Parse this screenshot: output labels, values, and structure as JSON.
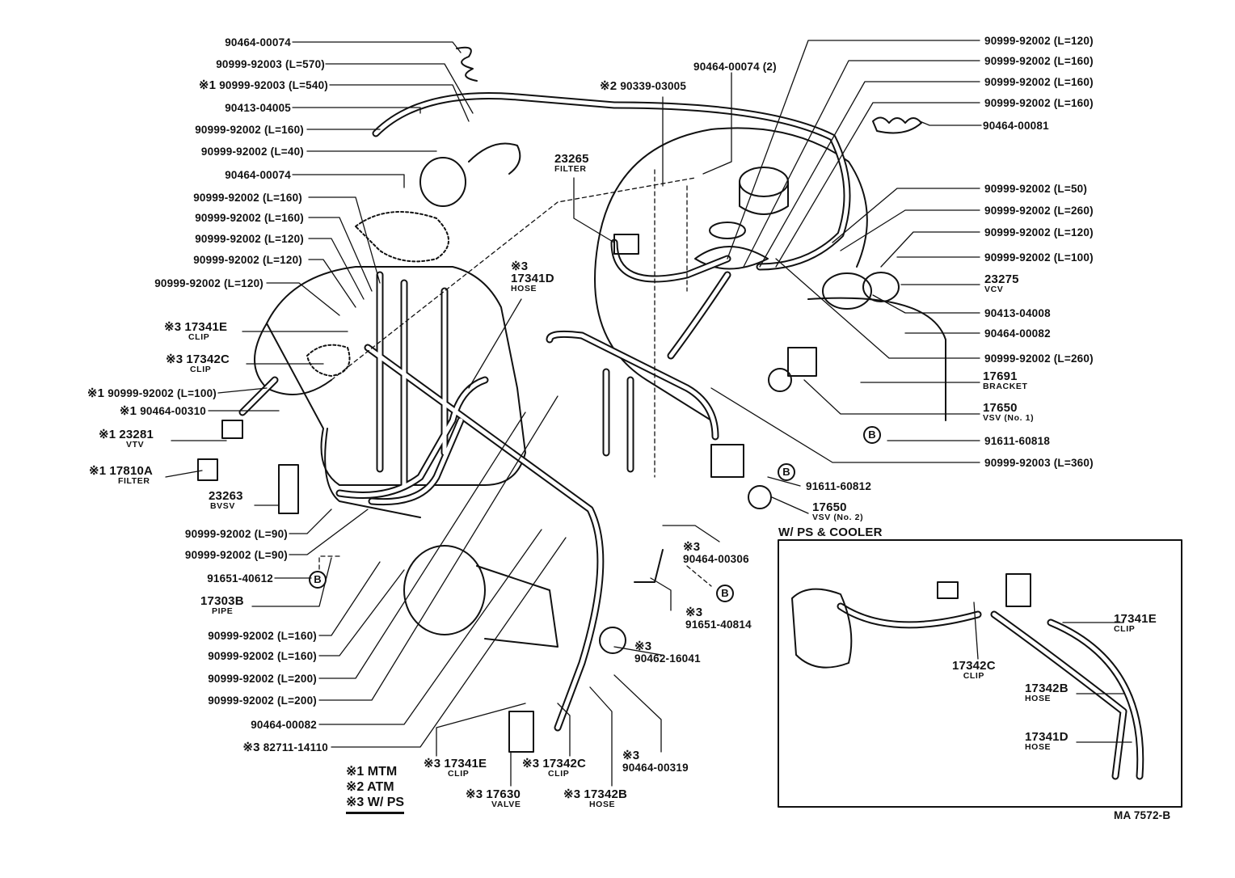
{
  "left": [
    {
      "mark": "",
      "part": "90464-00074"
    },
    {
      "mark": "",
      "part": "90999-92003 (L=570)"
    },
    {
      "mark": "※1",
      "part": "90999-92003 (L=540)"
    },
    {
      "mark": "",
      "part": "90413-04005"
    },
    {
      "mark": "",
      "part": "90999-92002 (L=160)"
    },
    {
      "mark": "",
      "part": "90999-92002 (L=40)"
    },
    {
      "mark": "",
      "part": "90464-00074"
    },
    {
      "mark": "",
      "part": "90999-92002 (L=160)"
    },
    {
      "mark": "",
      "part": "90999-92002 (L=160)"
    },
    {
      "mark": "",
      "part": "90999-92002 (L=120)"
    },
    {
      "mark": "",
      "part": "90999-92002 (L=120)"
    },
    {
      "mark": "",
      "part": "90999-92002 (L=120)"
    },
    {
      "mark": "※3",
      "part": "17341E",
      "desc": "CLIP"
    },
    {
      "mark": "※3",
      "part": "17342C",
      "desc": "CLIP"
    },
    {
      "mark": "※1",
      "part": "90999-92002 (L=100)"
    },
    {
      "mark": "※1",
      "part": "90464-00310"
    },
    {
      "mark": "※1",
      "part": "23281",
      "desc": "VTV"
    },
    {
      "mark": "※1",
      "part": "17810A",
      "desc": "FILTER"
    },
    {
      "mark": "",
      "part": "23263",
      "desc": "BVSV"
    },
    {
      "mark": "",
      "part": "90999-92002 (L=90)"
    },
    {
      "mark": "",
      "part": "90999-92002 (L=90)"
    },
    {
      "mark": "",
      "part": "91651-40612"
    },
    {
      "mark": "",
      "part": "17303B",
      "desc": "PIPE"
    },
    {
      "mark": "",
      "part": "90999-92002 (L=160)"
    },
    {
      "mark": "",
      "part": "90999-92002 (L=160)"
    },
    {
      "mark": "",
      "part": "90999-92002 (L=200)"
    },
    {
      "mark": "",
      "part": "90999-92002 (L=200)"
    },
    {
      "mark": "",
      "part": "90464-00082"
    },
    {
      "mark": "※3",
      "part": "82711-14110"
    }
  ],
  "right": [
    {
      "part": "90999-92002 (L=120)"
    },
    {
      "part": "90999-92002 (L=160)"
    },
    {
      "part": "90999-92002 (L=160)"
    },
    {
      "part": "90999-92002 (L=160)"
    },
    {
      "part": "90464-00081"
    },
    {
      "part": "90999-92002 (L=50)"
    },
    {
      "part": "90999-92002 (L=260)"
    },
    {
      "part": "90999-92002 (L=120)"
    },
    {
      "part": "90999-92002 (L=100)"
    },
    {
      "part": "23275",
      "desc": "VCV"
    },
    {
      "part": "90413-04008"
    },
    {
      "part": "90464-00082"
    },
    {
      "part": "90999-92002 (L=260)"
    },
    {
      "part": "17691",
      "desc": "BRACKET"
    },
    {
      "part": "17650",
      "desc": "VSV (No. 1)"
    },
    {
      "part": "91611-60818"
    },
    {
      "part": "90999-92003 (L=360)"
    }
  ],
  "center": [
    {
      "mark": "※2",
      "part": "90339-03005"
    },
    {
      "mark": "",
      "part": "90464-00074 (2)"
    },
    {
      "mark": "",
      "part": "23265",
      "desc": "FILTER"
    },
    {
      "mark": "※3",
      "part": "17341D",
      "desc": "HOSE"
    },
    {
      "mark": "",
      "part": "91611-60812"
    },
    {
      "mark": "",
      "part": "17650",
      "desc": "VSV (No. 2)"
    },
    {
      "mark": "※3",
      "part": "90464-00306"
    },
    {
      "mark": "※3",
      "part": "91651-40814"
    },
    {
      "mark": "※3",
      "part": "90462-16041"
    },
    {
      "mark": "※3",
      "part": "90464-00319"
    }
  ],
  "bottom": [
    {
      "mark": "※3",
      "part": "17341E",
      "desc": "CLIP"
    },
    {
      "mark": "※3",
      "part": "17342C",
      "desc": "CLIP"
    },
    {
      "mark": "※3",
      "part": "17630",
      "desc": "VALVE"
    },
    {
      "mark": "※3",
      "part": "17342B",
      "desc": "HOSE"
    }
  ],
  "inset": {
    "title": "W/ PS & COOLER",
    "labels": [
      {
        "part": "17341E",
        "desc": "CLIP"
      },
      {
        "part": "17342C",
        "desc": "CLIP"
      },
      {
        "part": "17342B",
        "desc": "HOSE"
      },
      {
        "part": "17341D",
        "desc": "HOSE"
      }
    ]
  },
  "ref_marker": "B",
  "legend": [
    "※1 MTM",
    "※2 ATM",
    "※3 W/ PS"
  ],
  "drawing_code": "MA 7572-B"
}
